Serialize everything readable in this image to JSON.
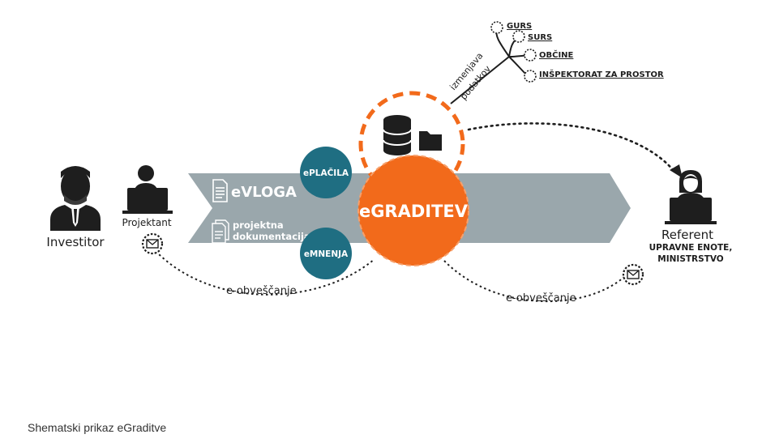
{
  "colors": {
    "arrow": "#9aa7ac",
    "orange": "#f26a1b",
    "teal": "#1f6e82",
    "dark": "#1e1e1e",
    "text_white": "#ffffff"
  },
  "actors": {
    "investitor": "Investitor",
    "projektant": "Projektant",
    "referent": "Referent",
    "referent_sub1": "UPRAVNE ENOTE,",
    "referent_sub2": "MINISTRSTVO"
  },
  "arrow": {
    "evloga": "eVLOGA",
    "projektna_line1": "projektna",
    "projektna_line2": "dokumentacija"
  },
  "badges": {
    "eplacila": "ePLAČILA",
    "emnenja": "eMNENJA"
  },
  "hub": {
    "label": "eGRADITEV"
  },
  "exchange": {
    "line1": "izmenjava",
    "line2": "podatkov",
    "sources": [
      "GURS",
      "SURS",
      "OBČINE",
      "INŠPEKTORAT ZA PROSTOR"
    ]
  },
  "notifications": {
    "left": "e-obveščanje",
    "right": "e-obveščanje"
  },
  "caption": "Shematski prikaz eGraditve"
}
